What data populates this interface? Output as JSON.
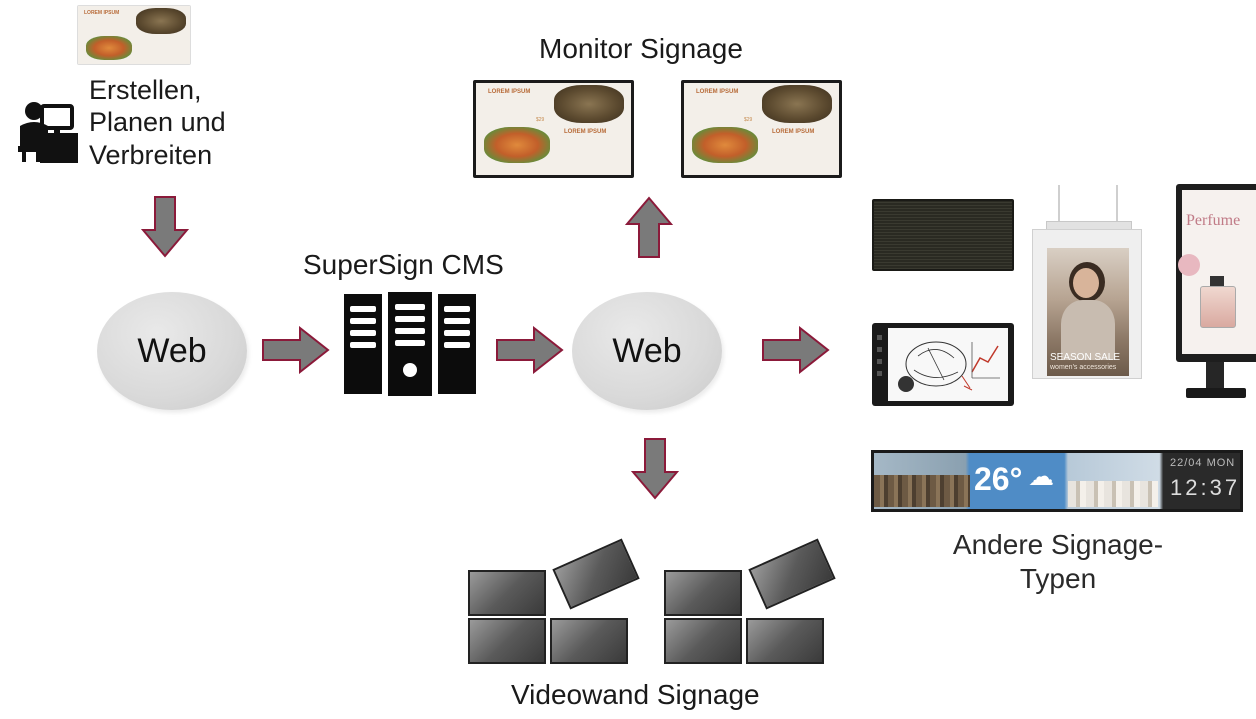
{
  "creator": {
    "label_lines": [
      "Erstellen,",
      "Planen und",
      "Verbreiten"
    ],
    "icon": "person-at-computer-icon"
  },
  "cms": {
    "label": "SuperSign CMS",
    "icon": "server-icon"
  },
  "web_nodes": [
    {
      "label": "Web"
    },
    {
      "label": "Web"
    }
  ],
  "monitor": {
    "label": "Monitor Signage",
    "screen_title": "LOREM IPSUM",
    "price": "$29"
  },
  "videowall": {
    "label": "Videowand Signage"
  },
  "other": {
    "label_lines": [
      "Andere Signage-",
      "Typen"
    ],
    "poster_text": "Perfume",
    "banner_sale": "SEASON SALE",
    "banner_sub": "women's accessories",
    "weather_temp": "26°",
    "clock_date": "22/04  MON",
    "clock_time": "12:37"
  },
  "colors": {
    "arrow_fill": "#7a7a7a",
    "arrow_stroke": "#8b1a3a",
    "node_fill": "#d9d9d9"
  }
}
